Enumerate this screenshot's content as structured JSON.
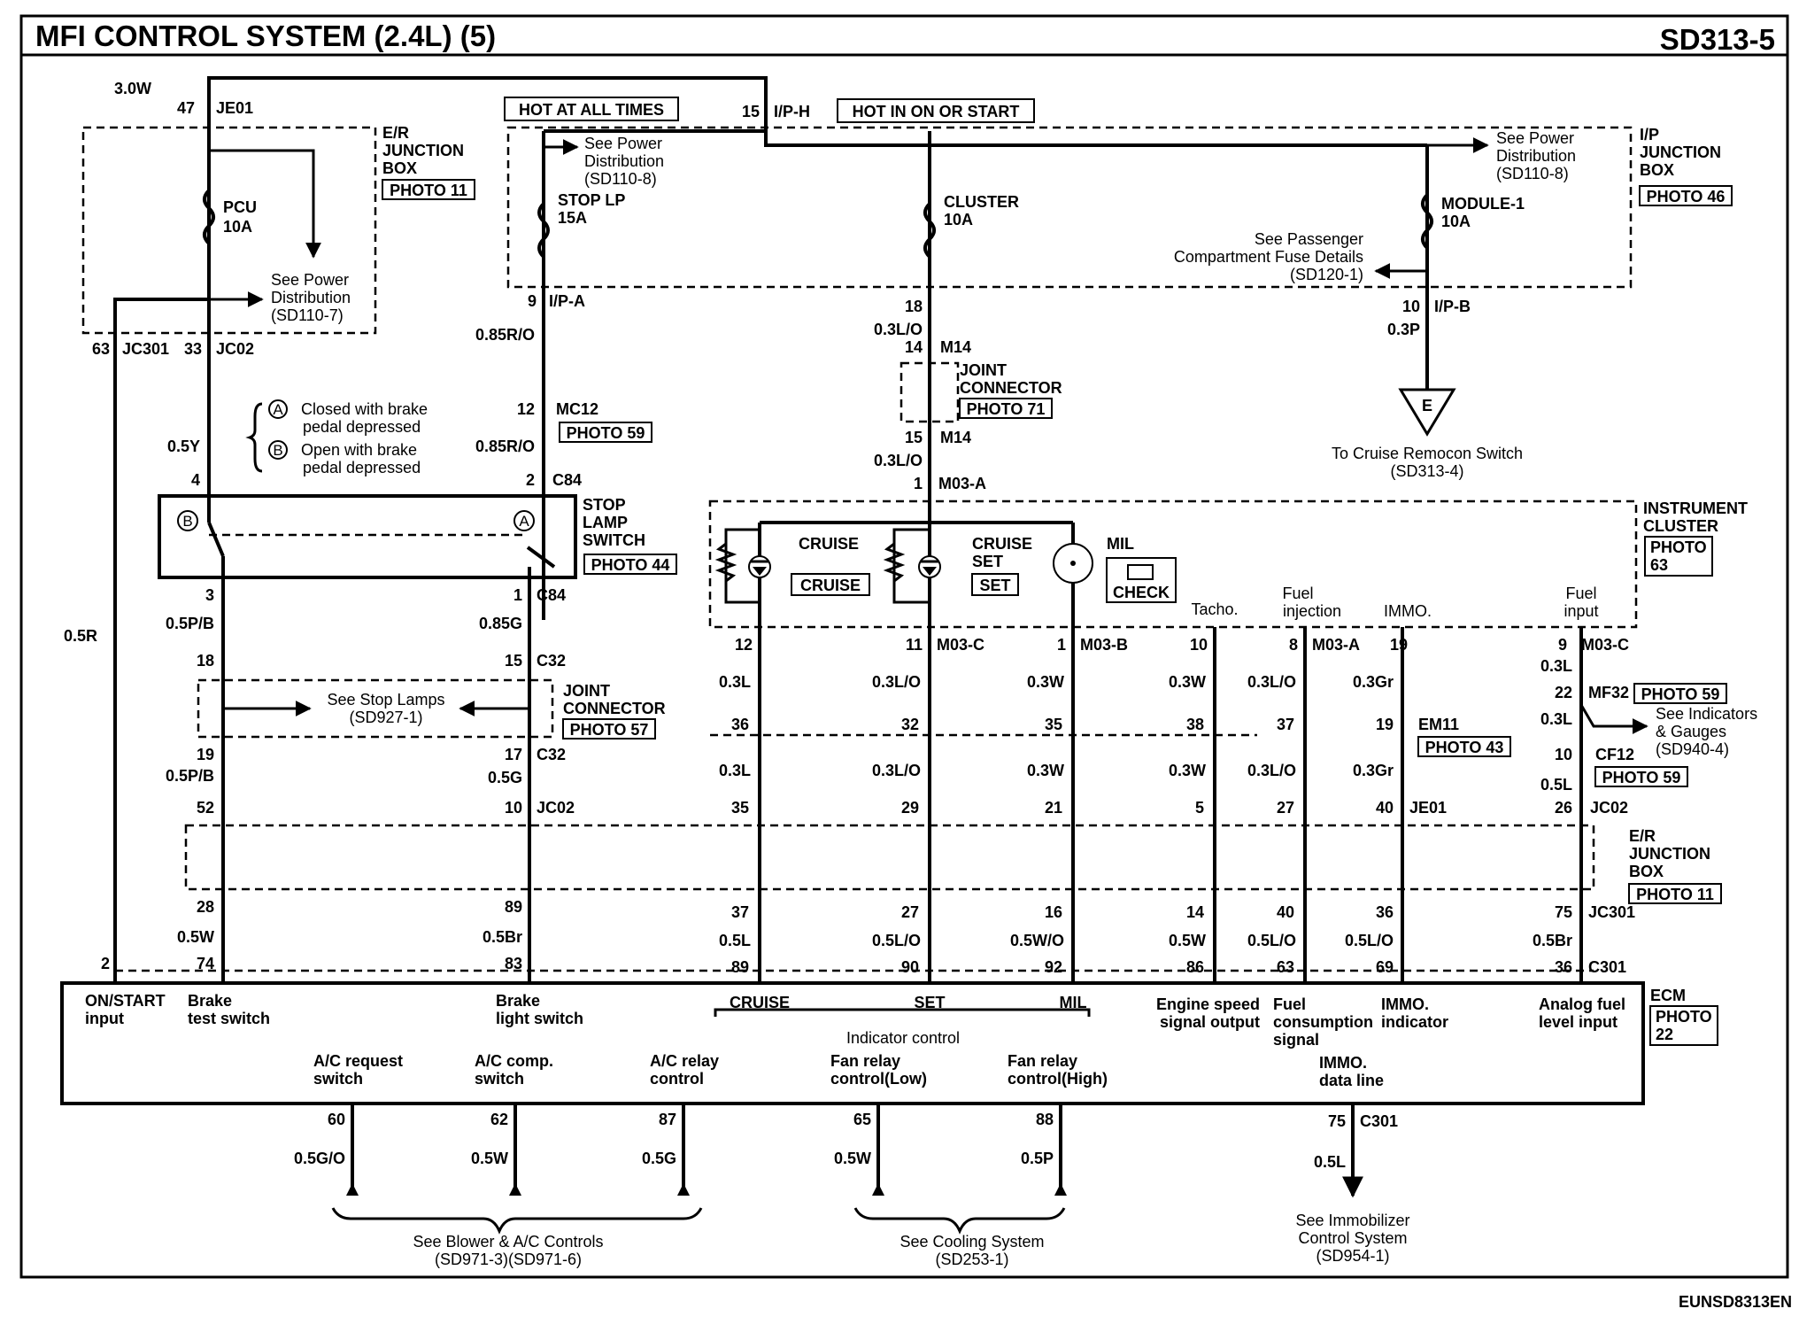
{
  "header": {
    "title": "MFI CONTROL SYSTEM (2.4L) (5)",
    "code": "SD313-5"
  },
  "footer": {
    "doc_id": "EUNSD8313EN"
  },
  "power": {
    "je01_watts": "3.0W",
    "je01_pin": "47",
    "je01_name": "JE01",
    "hot_always": "HOT AT ALL TIMES",
    "hot_on_start": "HOT IN ON OR START",
    "iph_pin": "15",
    "iph_name": "I/P-H"
  },
  "er_box_top": {
    "l1": "E/R",
    "l2": "JUNCTION",
    "l3": "BOX",
    "photo": "PHOTO 11",
    "fuse_name": "PCU",
    "fuse_amp": "10A",
    "ref1": "See Power",
    "ref2": "Distribution",
    "ref3": "(SD110-7)"
  },
  "ip_box": {
    "l1": "I/P",
    "l2": "JUNCTION",
    "l3": "BOX",
    "photo": "PHOTO 46",
    "ref_a1": "See Power",
    "ref_a2": "Distribution",
    "ref_a3": "(SD110-8)",
    "ref_b1": "See Power",
    "ref_b2": "Distribution",
    "ref_b3": "(SD110-8)",
    "stop_fuse": "STOP LP",
    "stop_amp": "15A",
    "cluster_fuse": "CLUSTER",
    "cluster_amp": "10A",
    "module_fuse": "MODULE-1",
    "module_amp": "10A",
    "pass1": "See Passenger",
    "pass2": "Compartment Fuse Details",
    "pass3": "(SD120-1)"
  },
  "connectors": {
    "jc301_pin": "63",
    "jc301": "JC301",
    "jc02_pin": "33",
    "jc02": "JC02",
    "ipa_pin": "9",
    "ipa": "I/P-A",
    "w085ro": "0.85R/O",
    "mc12_pin": "12",
    "mc12": "MC12",
    "mc12_photo": "PHOTO 59",
    "w085ro2": "0.85R/O",
    "c84_pin_a": "2",
    "c84": "C84",
    "c84_pin_b": "1",
    "w085g": "0.85G",
    "stop_4": "4",
    "stop_3": "3",
    "w05y": "0.5Y",
    "w05pb": "0.5P/B",
    "ipb_pin": "10",
    "ipb": "I/P-B",
    "w03p": "0.3P",
    "e_label": "E",
    "cruise_remo1": "To Cruise Remocon Switch",
    "cruise_remo2": "(SD313-4)",
    "c18": "18",
    "w03lo": "0.3L/O",
    "m14_14": "14",
    "m14": "M14",
    "jc_title1": "JOINT",
    "jc_title2": "CONNECTOR",
    "jc_photo": "PHOTO 71",
    "m14_15": "15",
    "w03lo2": "0.3L/O",
    "m03a_1": "1",
    "m03a": "M03-A"
  },
  "notes": {
    "a_sym": "A",
    "b_sym": "B",
    "a_text1": "Closed with brake",
    "a_text2": "pedal depressed",
    "b_text1": "Open with brake",
    "b_text2": "pedal depressed"
  },
  "stop_switch": {
    "l1": "STOP",
    "l2": "LAMP",
    "l3": "SWITCH",
    "photo": "PHOTO 44"
  },
  "cluster": {
    "l1": "INSTRUMENT",
    "l2": "CLUSTER",
    "photo1": "PHOTO",
    "photo2": "63",
    "cruise": "CRUISE",
    "cruise_box": "CRUISE",
    "cruise_set1": "CRUISE",
    "cruise_set2": "SET",
    "set_box": "SET",
    "mil": "MIL",
    "check_box": "CHECK",
    "tacho": "Tacho.",
    "fuel_inj1": "Fuel",
    "fuel_inj2": "injection",
    "immo": "IMMO.",
    "fuel_in1": "Fuel",
    "fuel_in2": "input"
  },
  "cluster_pins": {
    "p12": "12",
    "p11": "11",
    "m03c": "M03-C",
    "p1": "1",
    "m03b": "M03-B",
    "p10": "10",
    "p8": "8",
    "m03a": "M03-A",
    "p19": "19",
    "p9": "9",
    "m03c2": "M03-C"
  },
  "lower": {
    "w05r": "0.5R",
    "c32_18": "18",
    "c32_15": "15",
    "c32": "C32",
    "jc2_t1": "JOINT",
    "jc2_t2": "CONNECTOR",
    "jc2_photo": "PHOTO 57",
    "stop_lamps1": "See Stop Lamps",
    "stop_lamps2": "(SD927-1)",
    "c32_19": "19",
    "c32_17": "17",
    "c32b": "C32",
    "w05pb2": "0.5P/B",
    "w05g": "0.5G",
    "jc02_52": "52",
    "jc02_10": "10",
    "jc02": "JC02",
    "er_t1": "E/R",
    "er_t2": "JUNCTION",
    "er_t3": "BOX",
    "er_photo": "PHOTO 11",
    "p28": "28",
    "p89": "89",
    "w05w": "0.5W",
    "w05br": "0.5Br",
    "p2": "2",
    "p74": "74",
    "p83": "83",
    "w03l_a": "0.3L",
    "w03lo_a": "0.3L/O",
    "w03w_a": "0.3W",
    "w03w_b": "0.3W",
    "w03lo_b": "0.3L/O",
    "w03gr_a": "0.3Gr",
    "w03l_fi": "0.3L",
    "p36": "36",
    "p32": "32",
    "p35": "35",
    "p38": "38",
    "p37": "37",
    "em11_19": "19",
    "em11": "EM11",
    "em11_photo": "PHOTO 43",
    "mf32_22": "22",
    "mf32": "MF32",
    "mf32_photo": "PHOTO 59",
    "w03l_mf": "0.3L",
    "ind1": "See Indicators",
    "ind2": "& Gauges",
    "ind3": "(SD940-4)",
    "cf12_10": "10",
    "cf12": "CF12",
    "cf12_photo": "PHOTO 59",
    "w03l_b": "0.3L",
    "w03lo_c": "0.3L/O",
    "w03w_c": "0.3W",
    "w03w_d": "0.3W",
    "w03lo_d": "0.3L/O",
    "w03gr_b": "0.3Gr",
    "w05l_cf": "0.5L",
    "p35b": "35",
    "p29": "29",
    "p21": "21",
    "p5": "5",
    "p27": "27",
    "p40": "40",
    "je01": "JE01",
    "p26": "26",
    "jc02b": "JC02",
    "p37b": "37",
    "p27b": "27",
    "p16": "16",
    "p14": "14",
    "p40b": "40",
    "p36b": "36",
    "p75": "75",
    "jc301": "JC301",
    "w05l": "0.5L",
    "w05lo": "0.5L/O",
    "w05wo": "0.5W/O",
    "w05w2": "0.5W",
    "w05lo2": "0.5L/O",
    "w05lo3": "0.5L/O",
    "w05br2": "0.5Br",
    "p89b": "89",
    "p90": "90",
    "p92": "92",
    "p86": "86",
    "p63": "63",
    "p69": "69",
    "p36c": "36",
    "c301": "C301"
  },
  "ecm": {
    "title": "ECM",
    "photo1": "PHOTO",
    "photo2": "22",
    "onstart1": "ON/START",
    "onstart2": "input",
    "brake_test1": "Brake",
    "brake_test2": "test switch",
    "brake_light1": "Brake",
    "brake_light2": "light switch",
    "cruise": "CRUISE",
    "set": "SET",
    "mil": "MIL",
    "indicator": "Indicator control",
    "eng1": "Engine speed",
    "eng2": "signal output",
    "fuel1": "Fuel",
    "fuel2": "consumption",
    "fuel3": "signal",
    "immo1": "IMMO.",
    "immo2": "indicator",
    "analog1": "Analog fuel",
    "analog2": "level input",
    "ac_req1": "A/C request",
    "ac_req2": "switch",
    "ac_comp1": "A/C comp.",
    "ac_comp2": "switch",
    "ac_relay1": "A/C relay",
    "ac_relay2": "control",
    "fan_low1": "Fan relay",
    "fan_low2": "control(Low)",
    "fan_high1": "Fan relay",
    "fan_high2": "control(High)",
    "immo_data1": "IMMO.",
    "immo_data2": "data line"
  },
  "bottom": {
    "p60": "60",
    "p62": "62",
    "p87": "87",
    "p65": "65",
    "p88": "88",
    "p75": "75",
    "c301": "C301",
    "w05go": "0.5G/O",
    "w05w": "0.5W",
    "w05g": "0.5G",
    "w05w_b": "0.5W",
    "w05p": "0.5P",
    "w05l": "0.5L",
    "blower1": "See Blower & A/C Controls",
    "blower2": "(SD971-3)(SD971-6)",
    "cool1": "See Cooling System",
    "cool2": "(SD253-1)",
    "immob1": "See Immobilizer",
    "immob2": "Control System",
    "immob3": "(SD954-1)"
  }
}
